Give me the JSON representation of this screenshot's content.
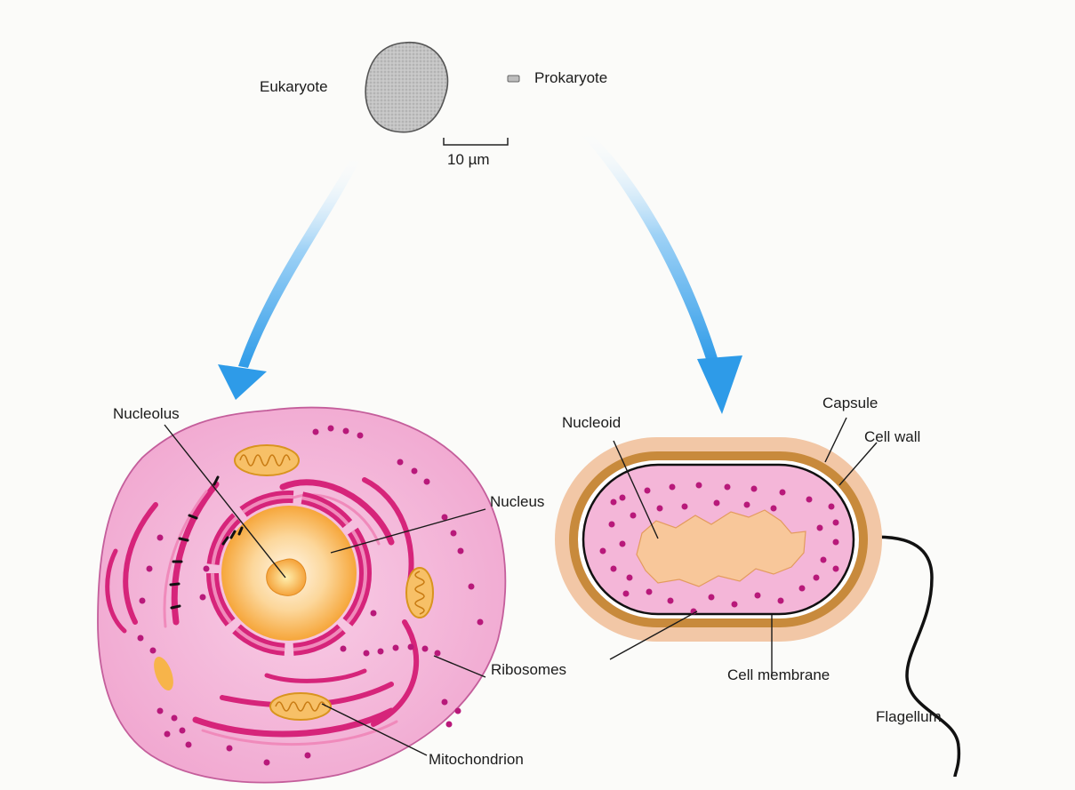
{
  "labels": {
    "eukaryote": "Eukaryote",
    "prokaryote": "Prokaryote",
    "scale_bar": "10 µm",
    "nucleolus": "Nucleolus",
    "nucleus": "Nucleus",
    "ribosomes": "Ribosomes",
    "mitochondrion": "Mitochondrion",
    "nucleoid": "Nucleoid",
    "capsule": "Capsule",
    "cell_wall": "Cell wall",
    "cell_membrane": "Cell membrane",
    "flagellum": "Flagellum"
  },
  "colors": {
    "cytoplasm": "#f4b6d8",
    "er_magenta": "#d6247a",
    "nucleus_orange": "#f9b14a",
    "capsule": "#f2c7a6",
    "cell_wall": "#c88a3c",
    "nucleoid": "#f8c79a",
    "arrow_blue": "#2e9be8",
    "sample_gray": "#bdbdbd"
  }
}
